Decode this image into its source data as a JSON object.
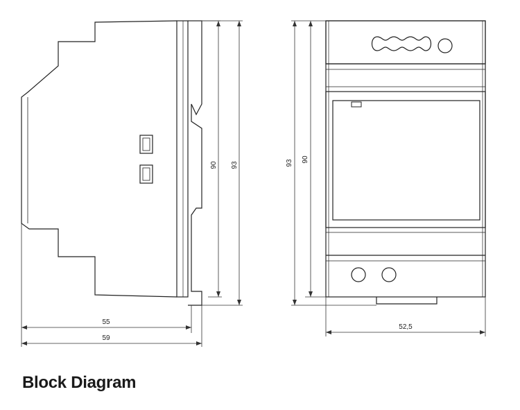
{
  "diagram": {
    "side_view": {
      "width_inner": "55",
      "width_outer": "59",
      "height_inner": "90",
      "height_outer": "93"
    },
    "front_view": {
      "height_outer": "93",
      "height_inner": "90",
      "width": "52,5"
    }
  },
  "heading": "Block Diagram"
}
